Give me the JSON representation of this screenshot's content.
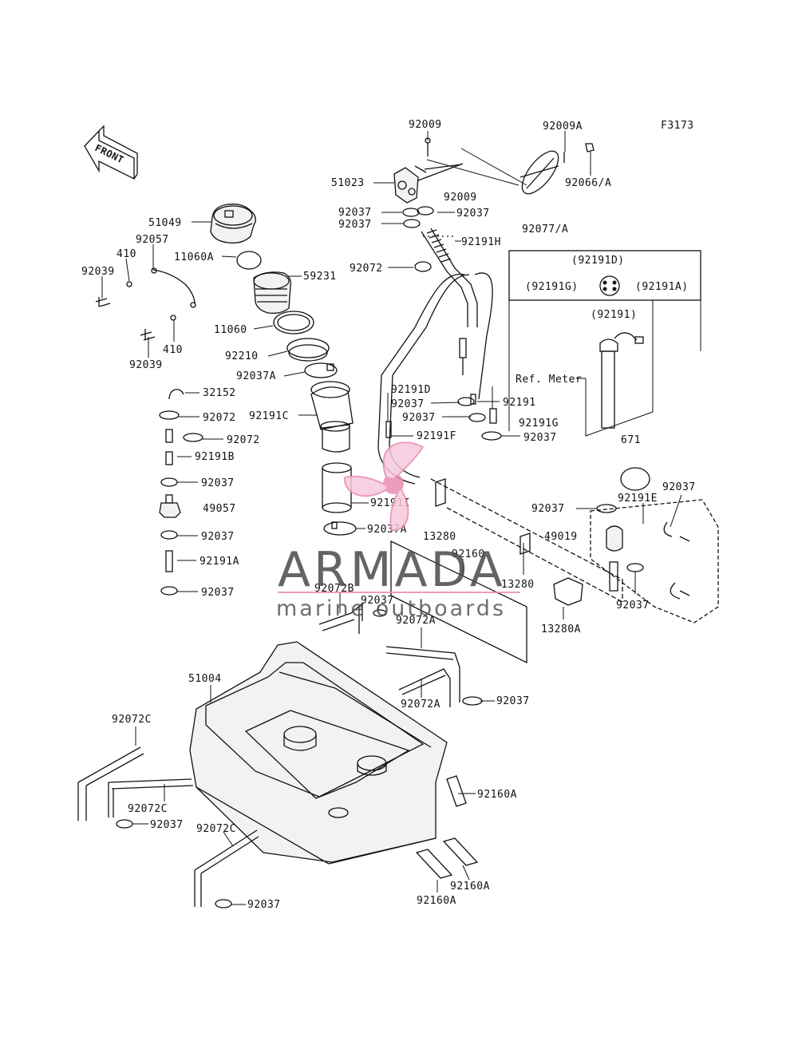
{
  "figure_code": "F3173",
  "front_label": "FRONT",
  "watermark": {
    "title": "ARMADA",
    "subtitle": "marine outboards",
    "accent": "#e88bb4"
  },
  "refs": {
    "ref_meter": "Ref. Meter",
    "ref_92191d": "(92191D)",
    "ref_92191g": "(92191G)",
    "ref_92191a": "(92191A)",
    "ref_92191": "(92191)"
  },
  "labels": {
    "p92009_top": "92009",
    "p92009A": "92009A",
    "p51023": "51023",
    "p92066A": "92066/A",
    "p92009_mid": "92009",
    "p92037_a": "92037",
    "p92037_b": "92037",
    "p92037_c": "92037",
    "p92077A": "92077/A",
    "p92191H": "92191H",
    "p51049": "51049",
    "p92057": "92057",
    "p410_a": "410",
    "p11060A": "11060A",
    "p92039_a": "92039",
    "p92072_a": "92072",
    "p59231": "59231",
    "p11060": "11060",
    "p410_b": "410",
    "p92210": "92210",
    "p92039_b": "92039",
    "p92037A_a": "92037A",
    "p32152": "32152",
    "p92072_b": "92072",
    "p92191C": "92191C",
    "p92072_c": "92072",
    "p92191B": "92191B",
    "p92037_d": "92037",
    "p49057": "49057",
    "p92037_e": "92037",
    "p92191A": "92191A",
    "p92037_f": "92037",
    "p92191D": "92191D",
    "p92037_g": "92037",
    "p92191": "92191",
    "p92037_h": "92037",
    "p92191G": "92191G",
    "p92191F": "92191F",
    "p92037_i": "92037",
    "p671": "671",
    "p92191I": "92191I",
    "p92037A_b": "92037A",
    "p13280_a": "13280",
    "p92160": "92160",
    "p92037_j": "92037",
    "p92191E": "92191E",
    "p92037_k": "92037",
    "p49019": "49019",
    "p13280_b": "13280",
    "p92037_l": "92037",
    "p13280A": "13280A",
    "p92072B": "92072B",
    "p92037_m": "92037",
    "p92072A_a": "92072A",
    "p92072A_b": "92072A",
    "p92037_n": "92037",
    "p51004": "51004",
    "p92072C_a": "92072C",
    "p92072C_b": "92072C",
    "p92037_o": "92037",
    "p92072C_c": "92072C",
    "p92037_p": "92037",
    "p92160A_a": "92160A",
    "p92160A_b": "92160A",
    "p92160A_c": "92160A"
  }
}
